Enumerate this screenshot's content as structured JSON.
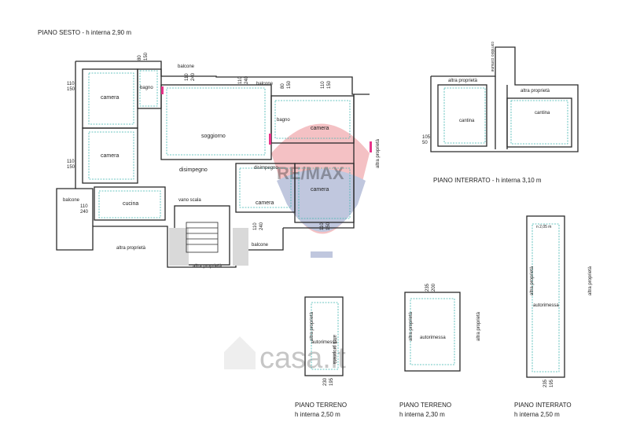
{
  "titles": {
    "sixth_floor": "PIANO SESTO - h interna 2,90 m",
    "basement": "PIANO INTERRATO - h interna 3,10 m",
    "ground1_line1": "PIANO TERRENO",
    "ground1_line2": "h interna 2,50 m",
    "ground2_line1": "PIANO TERRENO",
    "ground2_line2": "h interna 2,30 m",
    "basement2_line1": "PIANO INTERRATO",
    "basement2_line2": "h interna 2,50 m"
  },
  "rooms": {
    "camera1": "camera",
    "bagno1": "bagno",
    "camera2": "camera",
    "soggiorno": "soggiorno",
    "bagno2": "bagno",
    "camera3": "camera",
    "disimpegno1": "disimpegno",
    "disimpegno2": "disimpegno",
    "camera4": "camera",
    "camera5": "camera",
    "cucina": "cucina",
    "vano_scala": "vano scala",
    "balcone_top1": "balcone",
    "balcone_top2": "balcone",
    "balcone_left": "balcone",
    "balcone_bottom": "balcone",
    "altra_bottom1": "altra proprietà",
    "altra_bottom2": "altra proprietà",
    "altra_right": "altra proprietà",
    "cantina1": "cantina",
    "cantina2": "cantina",
    "corridoio": "corridoio comune",
    "altra_b1": "altra proprietà",
    "altra_b2": "altra proprietà",
    "autorimessa1": "autorimessa",
    "altra_g1a": "altra proprietà",
    "altra_g1b": "altra proprietà",
    "autorimessa2": "autorimessa",
    "altra_g2a": "altra proprietà",
    "altra_g2b": "altra proprietà",
    "autorimessa3": "autorimessa",
    "altra_g3a": "altra proprietà",
    "altra_g3b": "altra proprietà"
  },
  "dims": {
    "d110_150a": "110",
    "d110_150b": "150",
    "d80": "80",
    "d150": "150",
    "d110_240a": "110",
    "d110_240b": "240",
    "d110_240c": "110",
    "d110_240d": "240",
    "d80b": "80",
    "d150b": "150",
    "d110_150c": "110",
    "d110_150d": "150",
    "d110_240e": "110",
    "d110_240f": "240",
    "d110_150e": "110",
    "d110_150f": "150",
    "d110_240g": "110",
    "d110_240h": "240",
    "d105": "105",
    "d50": "50",
    "d235": "235",
    "d200": "200",
    "d230": "230",
    "d195": "195",
    "d235b": "235",
    "d195b": "195",
    "n205": "n 2,05 m"
  },
  "watermarks": {
    "brand": "RE/MAX",
    "site": "casa.it"
  },
  "colors": {
    "wall": "#2a2a2a",
    "dimension_line": "#3fb5b0",
    "watermark_red": "#d8262e",
    "watermark_blue": "#1f3a8a",
    "tag_pink": "#e8338a"
  }
}
